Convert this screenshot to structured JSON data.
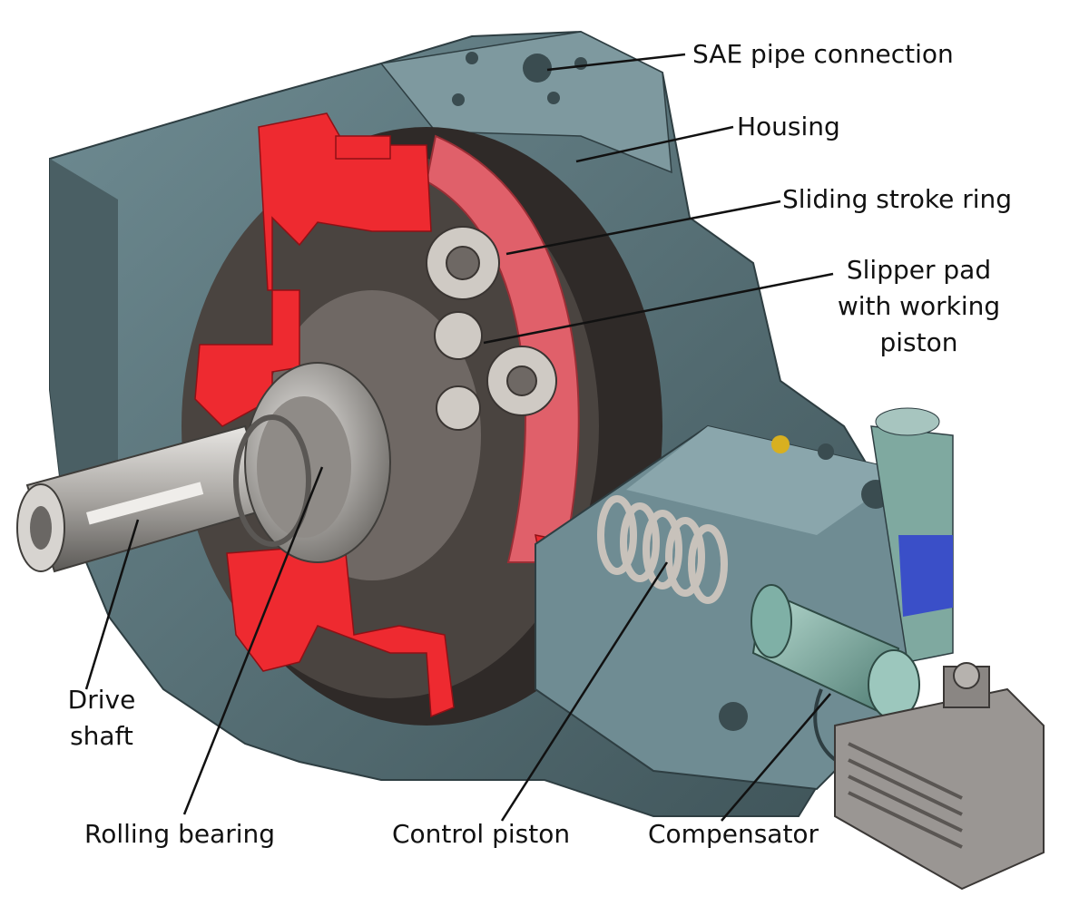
{
  "labels": {
    "sae_pipe_connection": "SAE pipe connection",
    "housing": "Housing",
    "sliding_stroke_ring": "Sliding stroke ring",
    "slipper_pad_line1": "Slipper pad",
    "slipper_pad_line2": "with working",
    "slipper_pad_line3": "piston",
    "drive_shaft_line1": "Drive",
    "drive_shaft_line2": "shaft",
    "rolling_bearing": "Rolling bearing",
    "control_piston": "Control piston",
    "compensator": "Compensator"
  },
  "colors": {
    "housing": "#5e7a80",
    "housing_dark": "#3e5358",
    "cut_section": "#ee2a30",
    "stroke_ring": "#e0606a",
    "metal": "#9a9a9a",
    "compensator_body": "#7fa9a0",
    "valve_blue": "#3a4fc8",
    "leader_line": "#111111"
  }
}
